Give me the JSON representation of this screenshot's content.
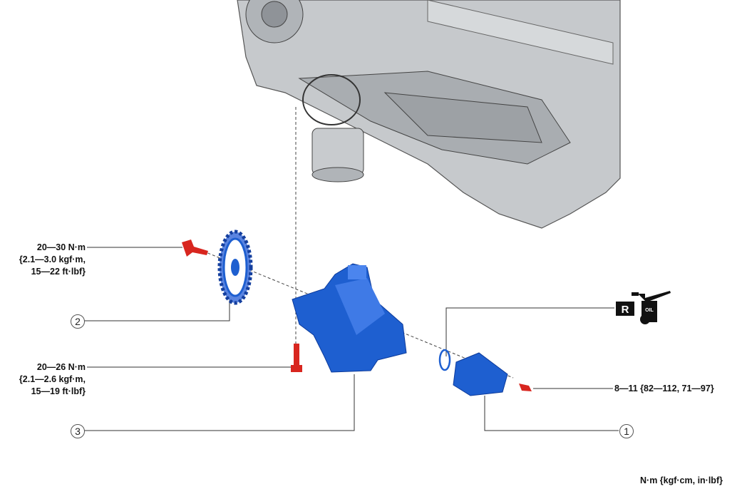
{
  "torque_labels": {
    "sprocket_bolt": [
      "20—30 N·m",
      "{2.1—3.0 kgf·m,",
      "15—22 ft·lbf}"
    ],
    "pump_bolt": [
      "20—26 N·m",
      "{2.1—2.6 kgf·m,",
      "15—19 ft·lbf}"
    ],
    "cover_bolt": "8—11 {82—112, 71—97}"
  },
  "callouts": [
    "1",
    "2",
    "3"
  ],
  "icons": {
    "replace": "R",
    "oil": "OIL"
  },
  "units_note": "N·m {kgf·cm, in·lbf}",
  "colors": {
    "pump": "#1e5fd0",
    "bolt": "#d8261f",
    "engine": "#b8bcc0"
  }
}
